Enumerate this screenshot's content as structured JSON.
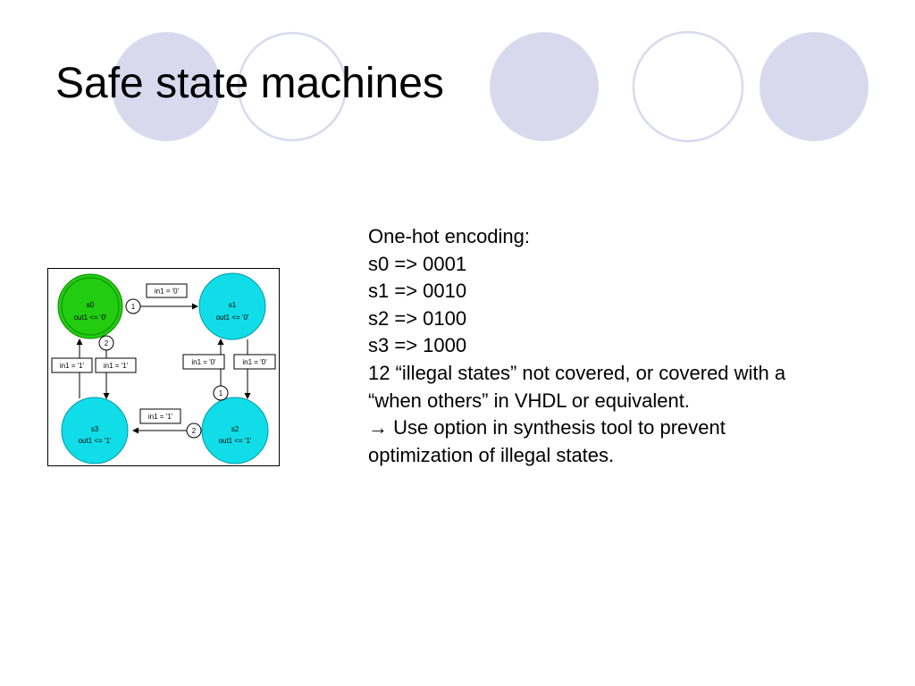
{
  "slide": {
    "title": "Safe state machines",
    "decor_colors": {
      "filled": "#d9d9ee",
      "ring": "#d9d9ee"
    }
  },
  "diagram": {
    "colors": {
      "initial_state": "#22cc11",
      "state": "#11dde8",
      "border": "#000000"
    },
    "states": [
      {
        "id": "s0",
        "name": "s0",
        "action": "out1 <= '0'",
        "initial": true
      },
      {
        "id": "s1",
        "name": "s1",
        "action": "out1 <= '0'",
        "initial": false
      },
      {
        "id": "s2",
        "name": "s2",
        "action": "out1 <= '1'",
        "initial": false
      },
      {
        "id": "s3",
        "name": "s3",
        "action": "out1 <= '1'",
        "initial": false
      }
    ],
    "transitions": [
      {
        "from": "s0",
        "to": "s1",
        "condition": "in1 = '0'",
        "priority": "1"
      },
      {
        "from": "s0",
        "to": "s3",
        "condition": "in1 = '1'",
        "priority": "2"
      },
      {
        "from": "s3",
        "to": "s0",
        "condition": "in1 = '1'"
      },
      {
        "from": "s2",
        "to": "s1",
        "condition": "in1 = '0'",
        "priority": "1"
      },
      {
        "from": "s1",
        "to": "s2",
        "condition": "in1 = '0'"
      },
      {
        "from": "s2",
        "to": "s3",
        "condition": "in1 = '1'",
        "priority": "2"
      }
    ]
  },
  "content": {
    "lines": [
      "One-hot encoding:",
      "s0 => 0001",
      "s1 => 0010",
      "s2 => 0100",
      "s3 => 1000",
      "12 “illegal states” not covered, or covered with a",
      "“when others” in VHDL or equivalent.",
      "→ Use option in synthesis tool to prevent",
      "optimization of illegal states."
    ]
  }
}
